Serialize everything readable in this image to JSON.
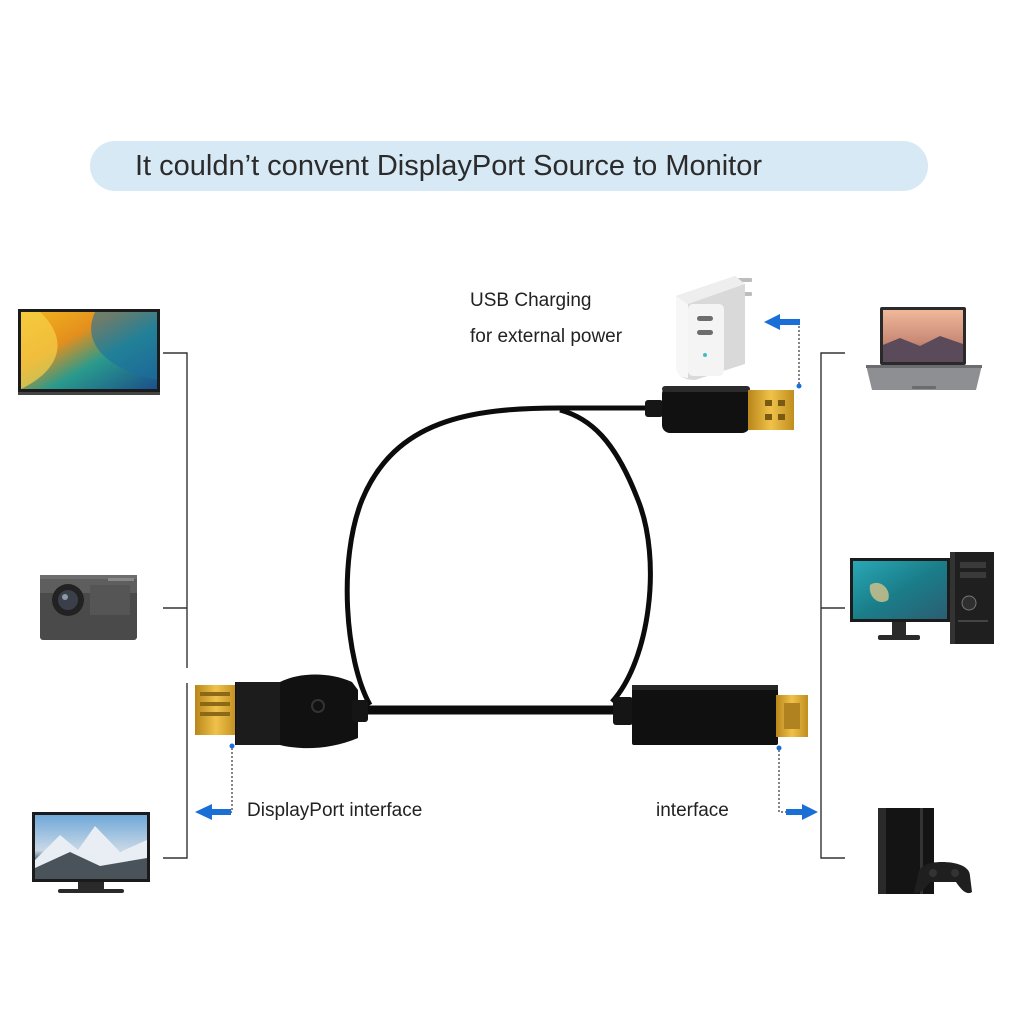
{
  "banner": {
    "text": "It couldn’t convent DisplayPort Source to  Monitor"
  },
  "usb_charging": {
    "line1": "USB Charging",
    "line2": "for external power"
  },
  "left_interface": {
    "label": "DisplayPort interface"
  },
  "right_interface": {
    "label": "interface"
  },
  "colors": {
    "banner_bg": "#d6e9f5",
    "arrow_blue": "#1a6fd6",
    "cable_black": "#0c0c0c",
    "connector_gold": "#d9a31f",
    "bracket_line": "#333333"
  },
  "icons": {
    "left_devices": [
      "tv-icon",
      "projector-icon",
      "monitor-icon"
    ],
    "right_devices": [
      "laptop-icon",
      "desktop-pc-icon",
      "game-console-icon"
    ],
    "charger": "usb-c-charger-icon"
  }
}
